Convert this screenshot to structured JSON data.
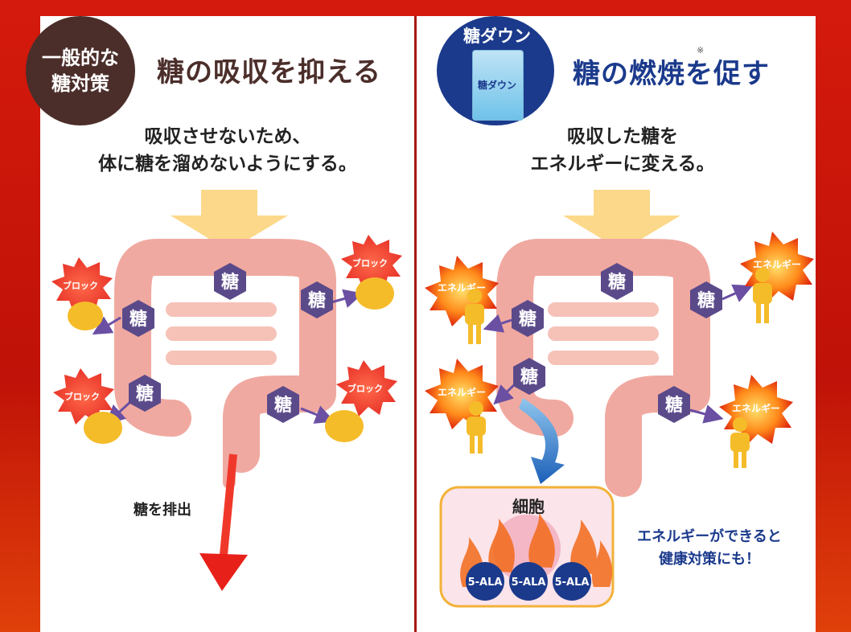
{
  "left": {
    "badge_line1": "一般的な",
    "badge_line2": "糖対策",
    "title": "糖の吸収を抑える",
    "subtitle_line1": "吸収させないため、",
    "subtitle_line2": "体に糖を溜めないようにする。",
    "hex_labels": [
      "糖",
      "糖",
      "糖",
      "糖",
      "糖"
    ],
    "block_labels": [
      "ブロック",
      "ブロック",
      "ブロック",
      "ブロック"
    ],
    "excrete_label": "糖を排出"
  },
  "right": {
    "badge_label": "糖ダウン",
    "package_name": "糖ダウン",
    "title": "糖の燃焼を促す",
    "note_mark": "※",
    "subtitle_line1": "吸収した糖を",
    "subtitle_line2": "エネルギーに変える。",
    "hex_labels": [
      "糖",
      "糖",
      "糖",
      "糖",
      "糖"
    ],
    "energy_labels": [
      "エネルギー",
      "エネルギー",
      "エネルギー",
      "エネルギー"
    ],
    "cell_label": "細胞",
    "ala_labels": [
      "5-ALA",
      "5-ALA",
      "5-ALA"
    ],
    "benefit_line1": "エネルギーができると",
    "benefit_line2": "健康対策にも！"
  },
  "colors": {
    "brown": "#4b2e2a",
    "navy": "#1b3a8c",
    "hex_purple": "#5b4a8a",
    "intestine": "#f0a9a0",
    "arrow_yellow": "#fbd88a",
    "red": "#e83a2a"
  }
}
